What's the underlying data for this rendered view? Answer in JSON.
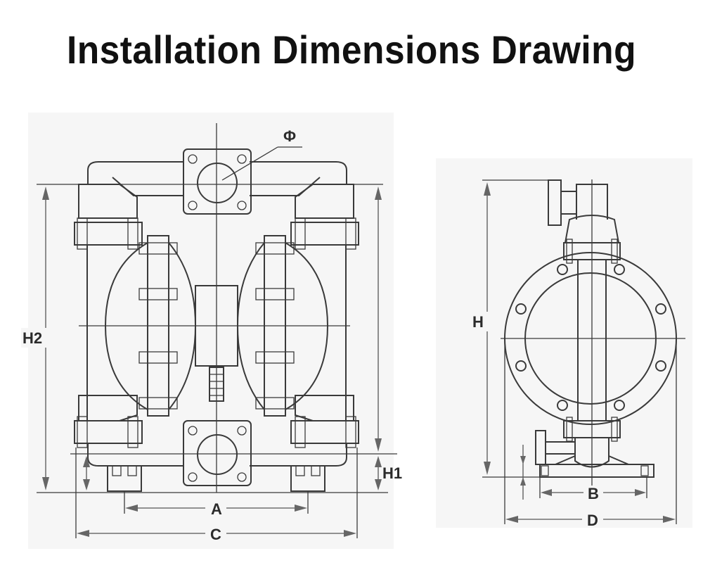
{
  "title": "Installation Dimensions Drawing",
  "labels": {
    "phi": "Φ",
    "h2": "H2",
    "h1": "H1",
    "a": "A",
    "c": "C",
    "h": "H",
    "b": "B",
    "d": "D"
  }
}
